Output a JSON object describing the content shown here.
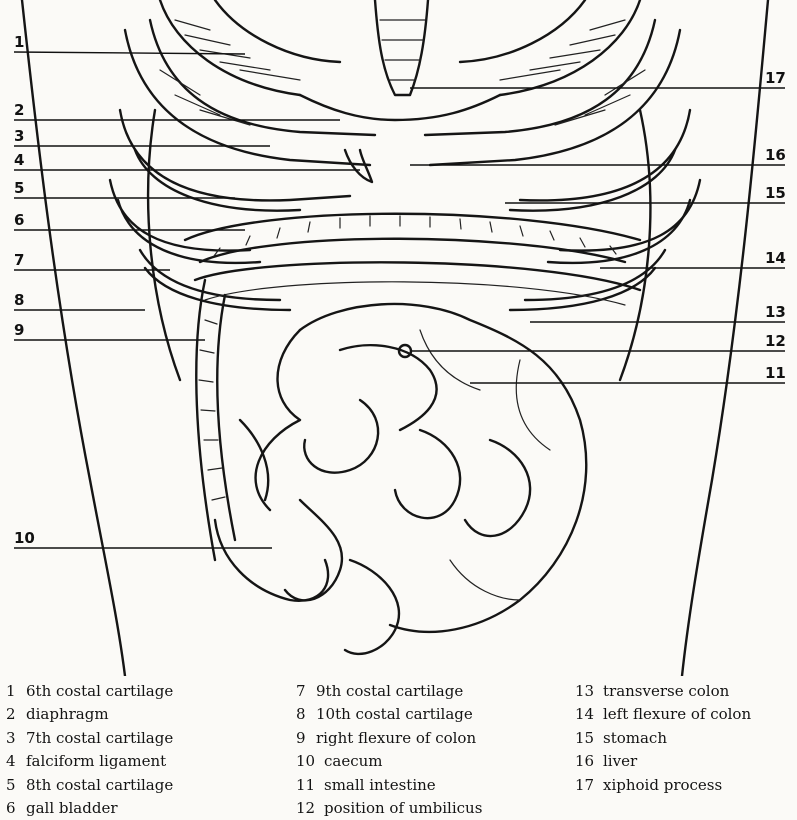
{
  "labels": [
    {
      "num": "1",
      "text": "6th costal cartilage"
    },
    {
      "num": "2",
      "text": "diaphragm"
    },
    {
      "num": "3",
      "text": "7th costal cartilage"
    },
    {
      "num": "4",
      "text": "falciform ligament"
    },
    {
      "num": "5",
      "text": "8th costal cartilage"
    },
    {
      "num": "6",
      "text": "gall bladder"
    },
    {
      "num": "7",
      "text": "9th costal cartilage"
    },
    {
      "num": "8",
      "text": "10th costal cartilage"
    },
    {
      "num": "9",
      "text": "right flexure of colon"
    },
    {
      "num": "10",
      "text": "caecum"
    },
    {
      "num": "11",
      "text": "small intestine"
    },
    {
      "num": "12",
      "text": "position of umbilicus"
    },
    {
      "num": "13",
      "text": "transverse colon"
    },
    {
      "num": "14",
      "text": "left flexure of colon"
    },
    {
      "num": "15",
      "text": "stomach"
    },
    {
      "num": "16",
      "text": "liver"
    },
    {
      "num": "17",
      "text": "xiphoid process"
    }
  ],
  "ink_color": "#151515",
  "paper_color": "#fbfaf7"
}
